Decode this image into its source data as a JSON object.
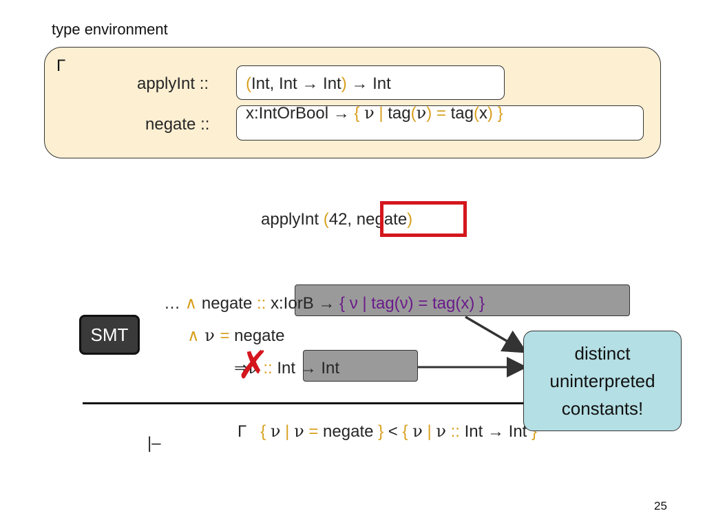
{
  "section_title": "type environment",
  "env": {
    "gamma": "Γ",
    "applyInt_label": "applyInt ::",
    "negate_label": "negate ::",
    "applyInt_type": {
      "lp": "(",
      "a": "Int, Int ",
      "arrow": "→",
      "b": " Int",
      "rp": ")",
      "c": " ",
      "arrow2": "→",
      "d": " Int"
    },
    "negate_type": {
      "a": "x:IntOrBool ",
      "arrow": "→",
      "lb": " { ",
      "nu": "ν",
      "bar": " | ",
      "tag1": "tag",
      "lp1": "(",
      "nu2": "ν",
      "rp1": ")",
      "eq": " = ",
      "tag2": "tag",
      "lp2": "(",
      "x": "x",
      "rp2": ")",
      "rb": " }"
    }
  },
  "expr": {
    "fn": "applyInt ",
    "lp": "(",
    "args": "42, negate",
    "rp": ")"
  },
  "constraints": {
    "line1": {
      "dots": "… ",
      "and": "∧",
      "name": " negate ",
      "cc": "::",
      "x": " x:IorB ",
      "arrow": "→",
      "rest": " { ν | tag(ν) = tag(x) }"
    },
    "line2": {
      "and": "∧",
      "nu": " ν ",
      "eq": "=",
      "name": " negate"
    },
    "line3": {
      "implies": "⇒",
      "nu": "ν ",
      "cc": "::",
      "t1": " Int ",
      "arrow": "→",
      "t2": " Int"
    },
    "cross": "✗"
  },
  "smt_label": "SMT",
  "callout": {
    "line1": "distinct",
    "line2": "uninterpreted",
    "line3": "constants!"
  },
  "subtyping": {
    "gamma": "Γ",
    "lhs": {
      "lb": "{ ",
      "nu": "ν",
      "bar": " | ",
      "nu2": "ν",
      "eq": " = ",
      "name": "negate",
      "rb": " }"
    },
    "lt": " < ",
    "rhs": {
      "lb": "{ ",
      "nu": "ν",
      "bar": " | ",
      "nu2": "ν",
      "cc": " :: ",
      "t1": "Int ",
      "arrow": "→",
      "t2": " Int",
      "rb": " }"
    }
  },
  "turnstile": "|–",
  "page_number": "25"
}
